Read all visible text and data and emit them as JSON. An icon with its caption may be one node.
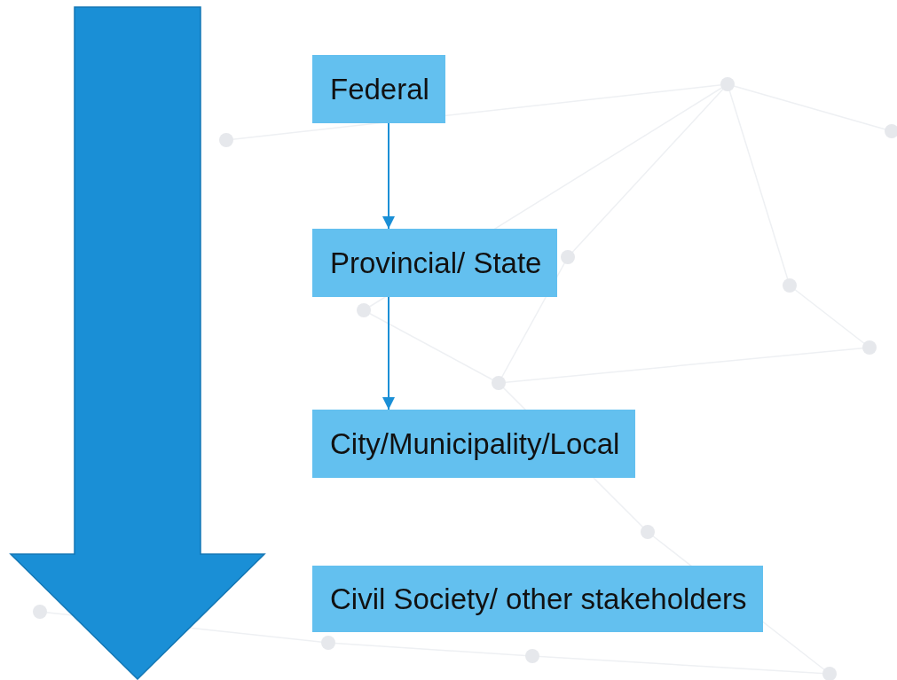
{
  "diagram": {
    "nodes": [
      {
        "text": [
          "Federal"
        ]
      },
      {
        "text": [
          "Provincial/ State"
        ]
      },
      {
        "text": [
          "City/Municipality/Local"
        ]
      },
      {
        "text": [
          "Civil Society/ other stakeholders"
        ]
      }
    ],
    "edges": [
      {
        "from": 0,
        "to": 1,
        "arrow": "to"
      },
      {
        "from": 1,
        "to": 2,
        "arrow": "to"
      }
    ]
  }
}
